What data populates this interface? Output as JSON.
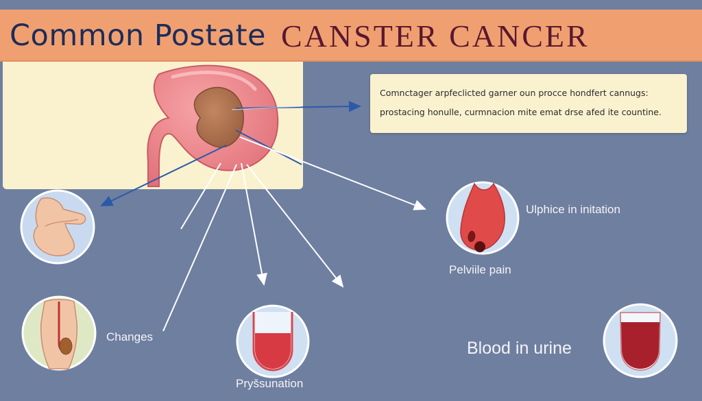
{
  "title": {
    "part1": "Common Postate",
    "part2": "CANSTER CANCER"
  },
  "info_box": {
    "line1": "Comnctager arpfeclicted garner oun procce hondfert cannugs:",
    "line2": "prostacing honulle, curmnacion mite emat drse afed ite countine."
  },
  "symptoms": {
    "changes": "Changes",
    "pressure": "Pryšsunation",
    "pelvic_pain": "Pelviile pain",
    "irritation": "Ulphice in initation",
    "blood": "Blood  in urine"
  },
  "icons": {
    "prostate": "prostate-organ-icon",
    "body_pose": "curled-body-icon",
    "torso": "torso-icon",
    "test_tube": "test-tube-icon",
    "bladder": "bladder-icon",
    "blood_cup": "blood-cup-icon"
  },
  "colors": {
    "background": "#6f7fa0",
    "banner": "#f0a070",
    "panel": "#faf2cf",
    "title_dark_blue": "#1c2c5a",
    "title_maroon": "#5a1830",
    "blood_red": "#c0303a"
  }
}
